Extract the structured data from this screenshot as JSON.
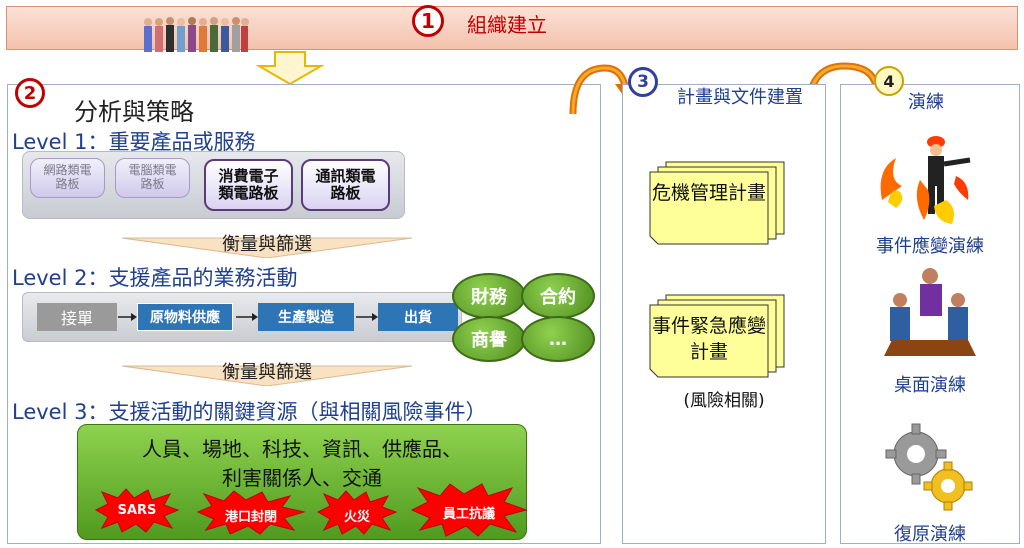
{
  "step1": {
    "number": "1",
    "title": "組織建立"
  },
  "step2": {
    "number": "2",
    "title": "分析與策略",
    "level1": {
      "label": "Level 1：重要產品或服務",
      "products": [
        "網路類電路板",
        "電腦類電路板",
        "消費電子類電路板",
        "通訊類電路板"
      ]
    },
    "filter_label": "衡量與篩選",
    "level2": {
      "label": "Level 2：支援產品的業務活動",
      "steps": [
        "接單",
        "原物料供應",
        "生產製造",
        "出貨"
      ],
      "support": [
        "財務",
        "合約",
        "商譽",
        "…"
      ]
    },
    "level3": {
      "label": "Level 3：支援活動的關鍵資源（與相關風險事件）",
      "resources_line1": "人員、場地、科技、資訊、供應品、",
      "resources_line2": "利害關係人、交通",
      "risk_events": [
        "SARS",
        "港口封閉",
        "火災",
        "員工抗議"
      ]
    }
  },
  "step3": {
    "number": "3",
    "title": "計畫與文件建置",
    "documents": [
      "危機管理計畫",
      "事件緊急應變計畫"
    ],
    "note": "(風險相關)"
  },
  "step4": {
    "number": "4",
    "title": "演練",
    "drills": [
      "事件應變演練",
      "桌面演練",
      "復原演練"
    ]
  },
  "colors": {
    "banner": "#f3c2ad",
    "accent_red": "#c00000",
    "level_blue": "#1f3f8f",
    "process_blue": "#2e75b6",
    "resource_green": "#5fae2a",
    "doc_yellow": "#ffff99"
  }
}
